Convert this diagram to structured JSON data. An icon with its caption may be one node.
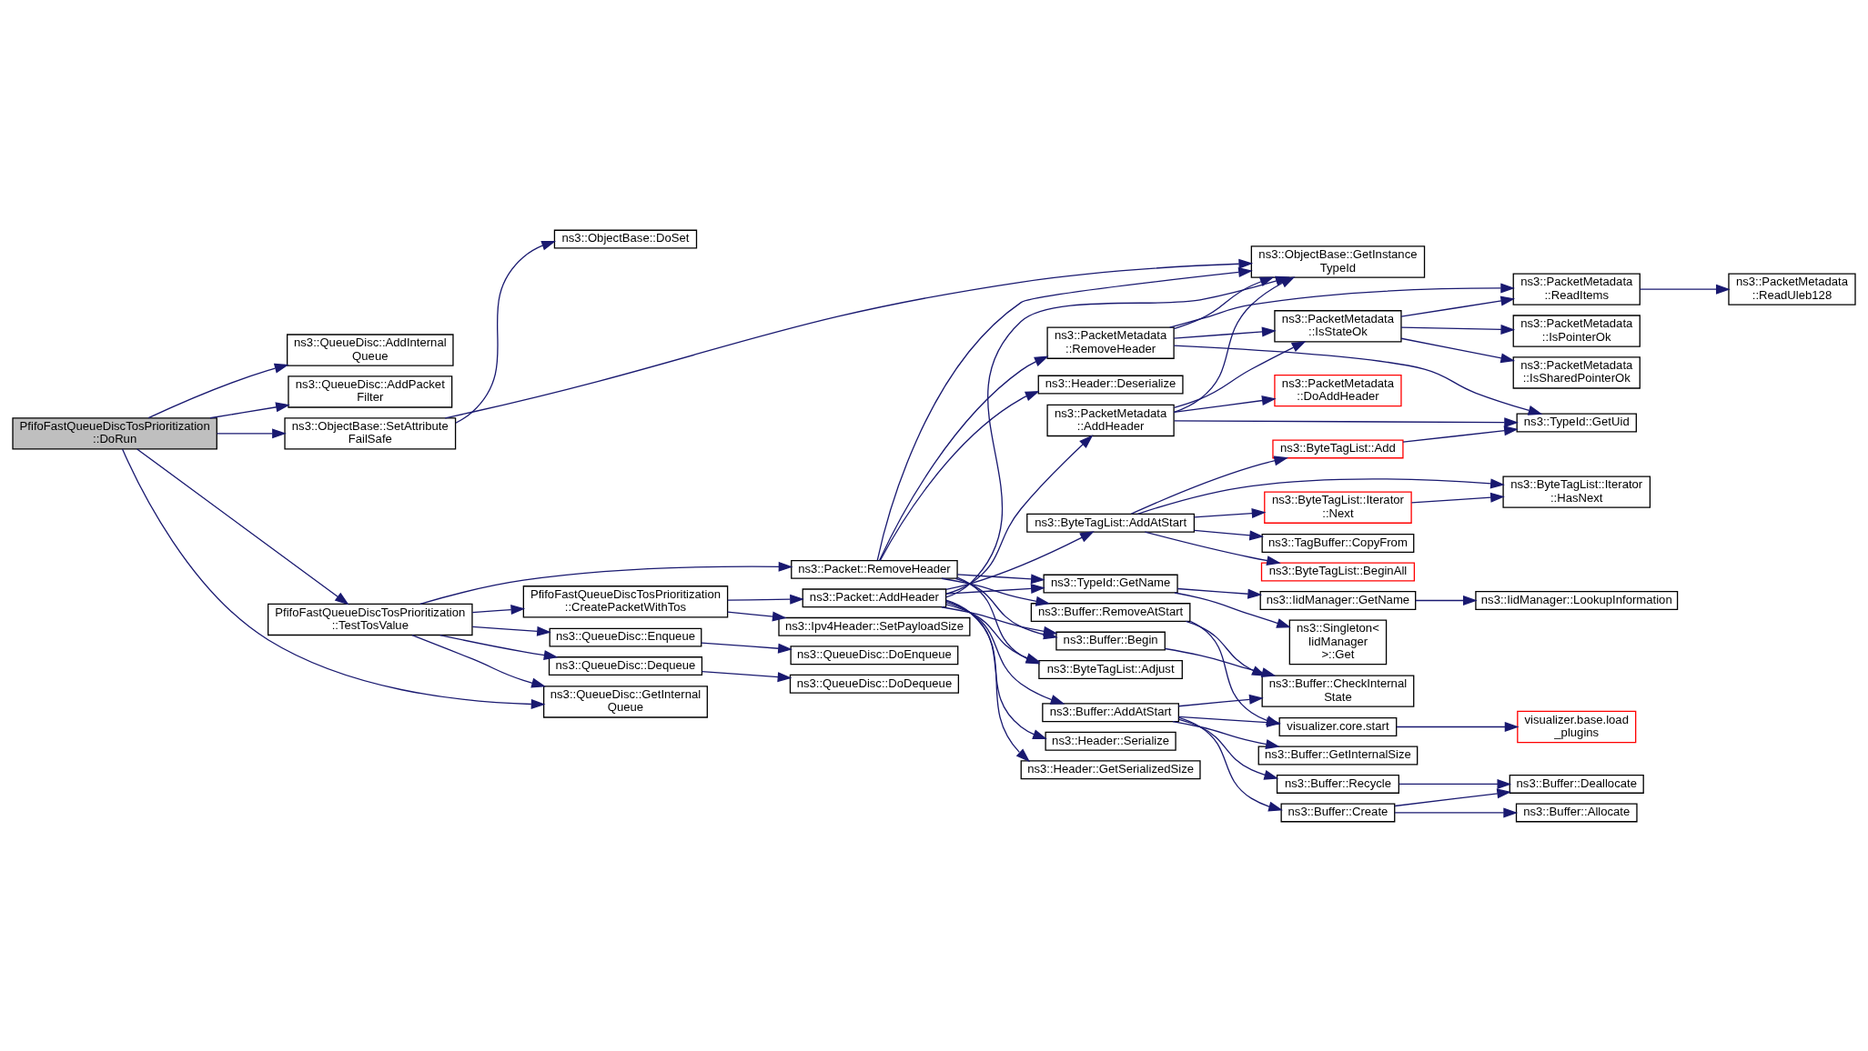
{
  "diagram": {
    "nodes": [
      {
        "text": [
          "PfifoFastQueueDiscTosPrioritization ::DoRun"
        ]
      },
      {
        "text": [
          "ns3::QueueDisc::AddInternal Queue"
        ]
      },
      {
        "text": [
          "ns3::QueueDisc::AddPacket Filter"
        ]
      },
      {
        "text": [
          "ns3::ObjectBase::SetAttribute FailSafe"
        ]
      },
      {
        "text": [
          "ns3::ObjectBase::DoSet"
        ]
      },
      {
        "text": [
          "ns3::ObjectBase::GetInstance TypeId"
        ]
      },
      {
        "text": [
          "ns3::QueueDisc::GetInternal Queue"
        ]
      },
      {
        "text": [
          "PfifoFastQueueDiscTosPrioritization ::TestTosValue"
        ]
      },
      {
        "text": [
          "ns3::Packet::RemoveHeader"
        ]
      },
      {
        "text": [
          "ns3::QueueDisc::Enqueue"
        ]
      },
      {
        "text": [
          "ns3::QueueDisc::DoEnqueue"
        ]
      },
      {
        "text": [
          "ns3::QueueDisc::Dequeue"
        ]
      },
      {
        "text": [
          "ns3::QueueDisc::DoDequeue"
        ]
      },
      {
        "text": [
          "PfifoFastQueueDiscTosPrioritization ::CreatePacketWithTos"
        ]
      },
      {
        "text": [
          "ns3::Ipv4Header::SetPayloadSize"
        ]
      },
      {
        "text": [
          "ns3::Packet::AddHeader"
        ]
      },
      {
        "text": [
          "ns3::Header::Deserialize"
        ]
      },
      {
        "text": [
          "ns3::PacketMetadata ::RemoveHeader"
        ]
      },
      {
        "text": [
          "ns3::TypeId::GetName"
        ]
      },
      {
        "text": [
          "ns3::Buffer::RemoveAtStart"
        ]
      },
      {
        "text": [
          "ns3::Buffer::Begin"
        ]
      },
      {
        "text": [
          "ns3::ByteTagList::Adjust"
        ]
      },
      {
        "text": [
          "ns3::PacketMetadata ::AddHeader"
        ]
      },
      {
        "text": [
          "ns3::Header::Serialize"
        ]
      },
      {
        "text": [
          "ns3::Header::GetSerializedSize"
        ]
      },
      {
        "text": [
          "ns3::Buffer::AddAtStart"
        ]
      },
      {
        "text": [
          "ns3::ByteTagList::AddAtStart"
        ]
      },
      {
        "text": [
          "ns3::IidManager::GetName"
        ]
      },
      {
        "text": [
          "ns3::IidManager::LookupInformation"
        ]
      },
      {
        "text": [
          "ns3::PacketMetadata ::ReadItems"
        ]
      },
      {
        "text": [
          "ns3::PacketMetadata ::ReadUleb128"
        ]
      },
      {
        "text": [
          "ns3::PacketMetadata ::IsStateOk"
        ]
      },
      {
        "text": [
          "ns3::PacketMetadata ::IsPointerOk"
        ]
      },
      {
        "text": [
          "ns3::PacketMetadata ::IsSharedPointerOk"
        ]
      },
      {
        "text": [
          "ns3::Singleton< IidManager >::Get"
        ]
      },
      {
        "text": [
          "ns3::Buffer::CheckInternal State"
        ]
      },
      {
        "text": [
          "visualizer.core.start"
        ]
      },
      {
        "text": [
          "visualizer.base.load _plugins"
        ]
      },
      {
        "text": [
          "ns3::PacketMetadata ::DoAddHeader"
        ]
      },
      {
        "text": [
          "ns3::TypeId::GetUid"
        ]
      },
      {
        "text": [
          "ns3::Buffer::GetInternalSize"
        ]
      },
      {
        "text": [
          "ns3::Buffer::Recycle"
        ]
      },
      {
        "text": [
          "ns3::ByteTagList::Add"
        ]
      },
      {
        "text": [
          "ns3::Buffer::Create"
        ]
      },
      {
        "text": [
          "ns3::Buffer::Deallocate"
        ]
      },
      {
        "text": [
          "ns3::Buffer::Allocate"
        ]
      },
      {
        "text": [
          "ns3::ByteTagList::Iterator ::Next"
        ]
      },
      {
        "text": [
          "ns3::TagBuffer::CopyFrom"
        ]
      },
      {
        "text": [
          "ns3::ByteTagList::BeginAll"
        ]
      },
      {
        "text": [
          "ns3::ByteTagList::Iterator ::HasNext"
        ]
      }
    ],
    "edges": [
      {
        "from": 0,
        "to": 1,
        "arrow": "to"
      },
      {
        "from": 0,
        "to": 2,
        "arrow": "to"
      },
      {
        "from": 0,
        "to": 3,
        "arrow": "to"
      },
      {
        "from": 0,
        "to": 6,
        "arrow": "to"
      },
      {
        "from": 0,
        "to": 7,
        "arrow": "to"
      },
      {
        "from": 3,
        "to": 4,
        "arrow": "to"
      },
      {
        "from": 3,
        "to": 5,
        "arrow": "to"
      },
      {
        "from": 7,
        "to": 6,
        "arrow": "to"
      },
      {
        "from": 7,
        "to": 8,
        "arrow": "to"
      },
      {
        "from": 7,
        "to": 9,
        "arrow": "to"
      },
      {
        "from": 7,
        "to": 11,
        "arrow": "to"
      },
      {
        "from": 7,
        "to": 13,
        "arrow": "to"
      },
      {
        "from": 9,
        "to": 10,
        "arrow": "to"
      },
      {
        "from": 11,
        "to": 12,
        "arrow": "to"
      },
      {
        "from": 13,
        "to": 14,
        "arrow": "to"
      },
      {
        "from": 13,
        "to": 15,
        "arrow": "to"
      },
      {
        "from": 8,
        "to": 5,
        "arrow": "to"
      },
      {
        "from": 8,
        "to": 16,
        "arrow": "to"
      },
      {
        "from": 8,
        "to": 17,
        "arrow": "to"
      },
      {
        "from": 8,
        "to": 18,
        "arrow": "to"
      },
      {
        "from": 8,
        "to": 19,
        "arrow": "to"
      },
      {
        "from": 8,
        "to": 20,
        "arrow": "to"
      },
      {
        "from": 8,
        "to": 21,
        "arrow": "to"
      },
      {
        "from": 15,
        "to": 5,
        "arrow": "to"
      },
      {
        "from": 15,
        "to": 18,
        "arrow": "to"
      },
      {
        "from": 15,
        "to": 20,
        "arrow": "to"
      },
      {
        "from": 15,
        "to": 21,
        "arrow": "to"
      },
      {
        "from": 15,
        "to": 22,
        "arrow": "to"
      },
      {
        "from": 15,
        "to": 23,
        "arrow": "to"
      },
      {
        "from": 15,
        "to": 24,
        "arrow": "to"
      },
      {
        "from": 15,
        "to": 25,
        "arrow": "to"
      },
      {
        "from": 15,
        "to": 26,
        "arrow": "to"
      },
      {
        "from": 17,
        "to": 5,
        "arrow": "to"
      },
      {
        "from": 17,
        "to": 29,
        "arrow": "to"
      },
      {
        "from": 17,
        "to": 31,
        "arrow": "to"
      },
      {
        "from": 17,
        "to": 39,
        "arrow": "to"
      },
      {
        "from": 18,
        "to": 27,
        "arrow": "to"
      },
      {
        "from": 18,
        "to": 34,
        "arrow": "to"
      },
      {
        "from": 19,
        "to": 35,
        "arrow": "to"
      },
      {
        "from": 19,
        "to": 36,
        "arrow": "to"
      },
      {
        "from": 20,
        "to": 35,
        "arrow": "to"
      },
      {
        "from": 22,
        "to": 5,
        "arrow": "to"
      },
      {
        "from": 22,
        "to": 31,
        "arrow": "to"
      },
      {
        "from": 22,
        "to": 38,
        "arrow": "to"
      },
      {
        "from": 22,
        "to": 39,
        "arrow": "to"
      },
      {
        "from": 25,
        "to": 35,
        "arrow": "to"
      },
      {
        "from": 25,
        "to": 36,
        "arrow": "to"
      },
      {
        "from": 25,
        "to": 40,
        "arrow": "to"
      },
      {
        "from": 25,
        "to": 41,
        "arrow": "to"
      },
      {
        "from": 25,
        "to": 43,
        "arrow": "to"
      },
      {
        "from": 26,
        "to": 42,
        "arrow": "to"
      },
      {
        "from": 26,
        "to": 46,
        "arrow": "to"
      },
      {
        "from": 26,
        "to": 47,
        "arrow": "to"
      },
      {
        "from": 26,
        "to": 48,
        "arrow": "to"
      },
      {
        "from": 26,
        "to": 49,
        "arrow": "to"
      },
      {
        "from": 27,
        "to": 28,
        "arrow": "to"
      },
      {
        "from": 29,
        "to": 30,
        "arrow": "to"
      },
      {
        "from": 31,
        "to": 29,
        "arrow": "to"
      },
      {
        "from": 31,
        "to": 32,
        "arrow": "to"
      },
      {
        "from": 31,
        "to": 33,
        "arrow": "to"
      },
      {
        "from": 36,
        "to": 37,
        "arrow": "to"
      },
      {
        "from": 41,
        "to": 44,
        "arrow": "to"
      },
      {
        "from": 42,
        "to": 39,
        "arrow": "to"
      },
      {
        "from": 43,
        "to": 44,
        "arrow": "to"
      },
      {
        "from": 43,
        "to": 45,
        "arrow": "to"
      },
      {
        "from": 46,
        "to": 49,
        "arrow": "to"
      }
    ]
  }
}
